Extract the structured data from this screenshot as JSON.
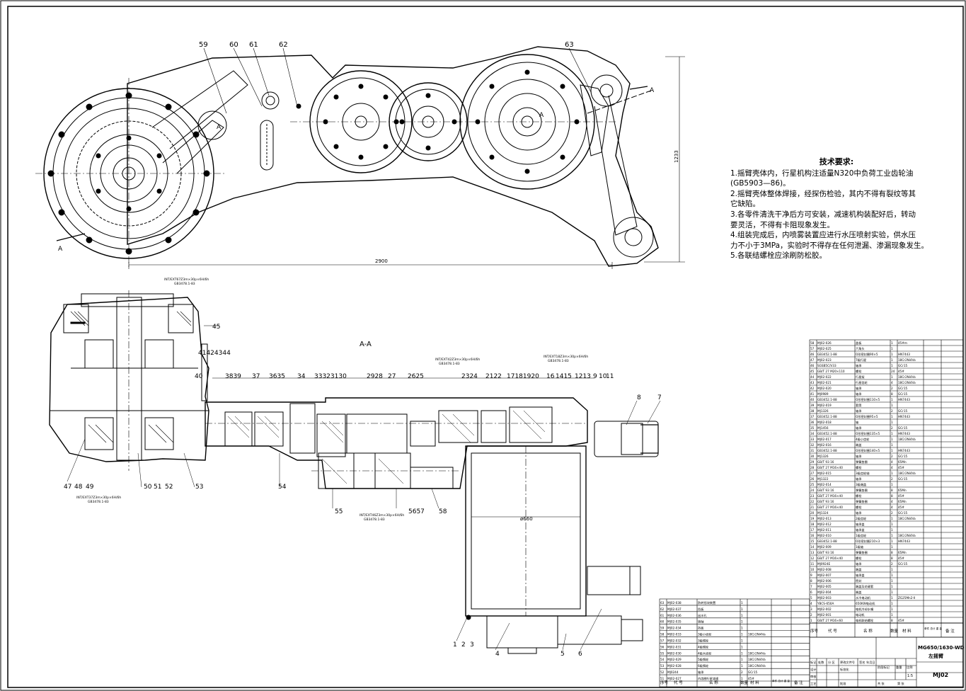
{
  "drawing": {
    "title_number": "MG650/1630-WD",
    "title_name": "左摇臂",
    "drawing_no": "MJ02",
    "scale": "1:5",
    "section_label": "A-A",
    "section_mark": "A",
    "diameter_label": "ø660",
    "dim_width": "2900",
    "dim_height": "1233"
  },
  "tech": {
    "title": "技术要求:",
    "lines": [
      "1.摇臂壳体内，行星机构注适量N320中负荷工业齿轮油",
      "(GB5903—86)。",
      "2.摇臂壳体整体焊接，经探伤检验，其内不得有裂纹等其",
      "它缺陷。",
      "3.各零件清洗干净后方可安装，减速机构装配好后，转动",
      "要灵活，不得有卡阻现象发生。",
      "4.组装完成后，内喷雾装置应进行水压喷射实验，供水压",
      "力不小于3MPa，实验时不得存在任何泄漏、渗漏现象发生。",
      "5.各联结螺栓应涂刷防松胶。"
    ]
  },
  "balloons_top": [
    "59",
    "60",
    "61",
    "62",
    "63"
  ],
  "balloons_section": [
    "45",
    "41424344",
    "40",
    "3839",
    "37",
    "3635",
    "34",
    "33323130",
    "2928",
    "27",
    "2625",
    "2324",
    "2122",
    "17181920",
    "16",
    "1415",
    "1213",
    "9",
    "10",
    "11",
    "8",
    "7",
    "47",
    "48",
    "49",
    "50",
    "51",
    "52",
    "53",
    "54",
    "55",
    "5657",
    "58",
    "1",
    "2",
    "3",
    "4",
    "5",
    "6"
  ],
  "spline_notes": [
    {
      "spec": "INT/EXT67Z3m×30p×6H/6h",
      "std": "GB3478.1-83"
    },
    {
      "spec": "INT/EXT42Z3m×30p×6H/6h",
      "std": "GB3478.1-83"
    },
    {
      "spec": "INT/EXT18Z3m×30p×6H/6h",
      "std": "GB3478.1-83"
    },
    {
      "spec": "INT/EXT37Z3m×30p×6H/6h",
      "std": "GB3478.1-83"
    },
    {
      "spec": "INT/EXT46Z3m×30p×6H/6h",
      "std": "GB3478.1-83"
    }
  ],
  "bom_right": [
    [
      "58",
      "MJ02-026",
      "盖板",
      "1",
      "45#m",
      ""
    ],
    [
      "57",
      "MJ02-025",
      "六角头",
      "1",
      "",
      ""
    ],
    [
      "46",
      "GB3452.1-88",
      "O形密封圈90×5",
      "1",
      "HN7443",
      ""
    ],
    [
      "47",
      "MJ02-023",
      "7级行星",
      "1",
      "18Cr2Ni4Va",
      ""
    ],
    [
      "46",
      "SGSB5C/V33",
      "轴承",
      "1",
      "GCr15",
      ""
    ],
    [
      "45",
      "GB/T 27 M20×110",
      "螺栓",
      "24",
      "45#",
      ""
    ],
    [
      "44",
      "MJ02-022",
      "行星架",
      "1",
      "18Cr2Ni4Va",
      ""
    ],
    [
      "43",
      "MJ02-021",
      "行星齿轮",
      "4",
      "18Cr2Ni4Va",
      ""
    ],
    [
      "42",
      "MJ02-020",
      "轴承",
      "2",
      "GCr15",
      ""
    ],
    [
      "41",
      "MJ0989",
      "轴承",
      "8",
      "GCr15",
      ""
    ],
    [
      "40",
      "GB3452.1-88",
      "O形密封圈110×5",
      "1",
      "HN7443",
      ""
    ],
    [
      "39",
      "MJ02-019",
      "套筒",
      "1",
      "",
      ""
    ],
    [
      "38",
      "MJ1326",
      "轴承",
      "2",
      "GCr15",
      ""
    ],
    [
      "37",
      "GB3452.1-88",
      "O形密封圈95×5",
      "1",
      "HN7443",
      ""
    ],
    [
      "36",
      "MJ02-018",
      "轴",
      "1",
      "",
      ""
    ],
    [
      "35",
      "MJ1456",
      "轴承",
      "2",
      "GCr15",
      ""
    ],
    [
      "34",
      "GB3452.1-88",
      "O形密封圈135×5",
      "1",
      "HN7443",
      ""
    ],
    [
      "33",
      "MJ02-017",
      "4级小齿轮",
      "1",
      "18Cr2Ni4Va",
      ""
    ],
    [
      "32",
      "MJ02-016",
      "端盖",
      "1",
      "",
      ""
    ],
    [
      "31",
      "GB3452.1-88",
      "O形密封圈140×5",
      "1",
      "HN7443",
      ""
    ],
    [
      "30",
      "MJ1326",
      "轴承",
      "2",
      "GCr15",
      ""
    ],
    [
      "29",
      "GB/T 93 16",
      "弹簧垫圈",
      "4",
      "65Mn",
      ""
    ],
    [
      "28",
      "GB/T 27 M16×40",
      "螺栓",
      "4",
      "45#",
      ""
    ],
    [
      "27",
      "MJ02-015",
      "3级齿轮轴",
      "1",
      "18Cr2Ni4Va",
      ""
    ],
    [
      "26",
      "MJ1322",
      "轴承",
      "2",
      "GCr15",
      ""
    ],
    [
      "25",
      "MJ02-014",
      "3级端盖",
      "1",
      "",
      ""
    ],
    [
      "24",
      "GB/T 93 16",
      "弹簧垫圈",
      "8",
      "65Mn",
      ""
    ],
    [
      "23",
      "GB/T 27 M16×40",
      "螺栓",
      "8",
      "45#",
      ""
    ],
    [
      "22",
      "GB/T 93 16",
      "弹簧垫圈",
      "4",
      "65Mn",
      ""
    ],
    [
      "21",
      "GB/T 27 M16×40",
      "螺栓",
      "4",
      "45#",
      ""
    ],
    [
      "20",
      "MJ1324",
      "轴承",
      "2",
      "GCr15",
      ""
    ],
    [
      "19",
      "MJ02-013",
      "2级齿轮",
      "1",
      "18Cr2Ni4Va",
      ""
    ],
    [
      "18",
      "MJ02-012",
      "轴承盖",
      "1",
      "",
      ""
    ],
    [
      "17",
      "MJ02-011",
      "轴承盖",
      "1",
      "",
      ""
    ],
    [
      "16",
      "MJ02-010",
      "1级齿轮",
      "1",
      "18Cr2Ni4Va",
      ""
    ],
    [
      "15",
      "GB3452.1-88",
      "O形密封圈210×3",
      "1",
      "HN7443",
      ""
    ],
    [
      "14",
      "MJ02-009",
      "1级轴",
      "1",
      "",
      ""
    ],
    [
      "13",
      "GB/T 93 16",
      "弹簧垫圈",
      "8",
      "65Mn",
      ""
    ],
    [
      "12",
      "GB/T 27 M16×40",
      "螺栓",
      "8",
      "45#",
      ""
    ],
    [
      "11",
      "MJ0924E",
      "轴承",
      "2",
      "GCr15",
      ""
    ],
    [
      "10",
      "MJ02-008",
      "端盖",
      "1",
      "",
      ""
    ],
    [
      "9",
      "MJ02-007",
      "轴承盖",
      "1",
      "",
      ""
    ],
    [
      "8",
      "MJ02-006",
      "密封",
      "1",
      "",
      ""
    ],
    [
      "7",
      "MJ02-005",
      "端盖及花键套",
      "1",
      "",
      ""
    ],
    [
      "6",
      "MJ02-004",
      "端盖",
      "1",
      "",
      ""
    ],
    [
      "5",
      "MJ02-003",
      "水冷电动机",
      "1",
      "ZG25Mn2-II",
      ""
    ],
    [
      "4",
      "YBCS-650A",
      "650KW电动机",
      "1",
      "",
      ""
    ],
    [
      "3",
      "MJ02-002",
      "电机冷却水嘴",
      "1",
      "",
      ""
    ],
    [
      "2",
      "MJ02-001",
      "电动机",
      "1",
      "",
      ""
    ],
    [
      "1",
      "GB/T 27 M16×60",
      "电机联结螺栓",
      "8",
      "45#",
      ""
    ]
  ],
  "bom_left": [
    [
      "63",
      "MJ02-038",
      "防转挡块装置",
      "1",
      "",
      ""
    ],
    [
      "62",
      "MJ02-037",
      "挡板",
      "1",
      "",
      ""
    ],
    [
      "61",
      "MJ02-036",
      "出水孔",
      "1",
      "",
      ""
    ],
    [
      "60",
      "MJ02-035",
      "销轴",
      "1",
      "",
      ""
    ],
    [
      "59",
      "MJ02-034",
      "挡板",
      "1",
      "",
      ""
    ],
    [
      "58",
      "MJ02-033",
      "3级小齿轮",
      "1",
      "18Cr2Ni4Va",
      ""
    ],
    [
      "57",
      "MJ02-032",
      "3级惰轮",
      "1",
      "",
      ""
    ],
    [
      "56",
      "MJ02-031",
      "4级惰轮",
      "1",
      "",
      ""
    ],
    [
      "55",
      "MJ02-030",
      "4级大齿轮",
      "1",
      "18Cr2Ni4Va",
      ""
    ],
    [
      "54",
      "MJ02-029",
      "5级惰轮",
      "1",
      "18Cr2Ni4Va",
      ""
    ],
    [
      "53",
      "MJ02-028",
      "6级惰轮",
      "1",
      "18Cr2Ni4Va",
      ""
    ],
    [
      "52",
      "MJ0244",
      "轴承",
      "2",
      "GCr15",
      ""
    ],
    [
      "51",
      "MJ02-027",
      "内齿圈行星减速",
      "1",
      "45#",
      ""
    ]
  ],
  "bom_head": [
    "序号",
    "代  号",
    "名  称",
    "数量",
    "材  料",
    "单件 总计 重 量",
    "备 注"
  ],
  "title_block": {
    "labels": [
      "标记",
      "处数",
      "分 区",
      "更改文件号",
      "签名",
      "年月日",
      "设计",
      "标准化",
      "审核",
      "工艺",
      "批准",
      "阶段标记",
      "重量",
      "比例",
      "共  张",
      "第  张"
    ]
  }
}
